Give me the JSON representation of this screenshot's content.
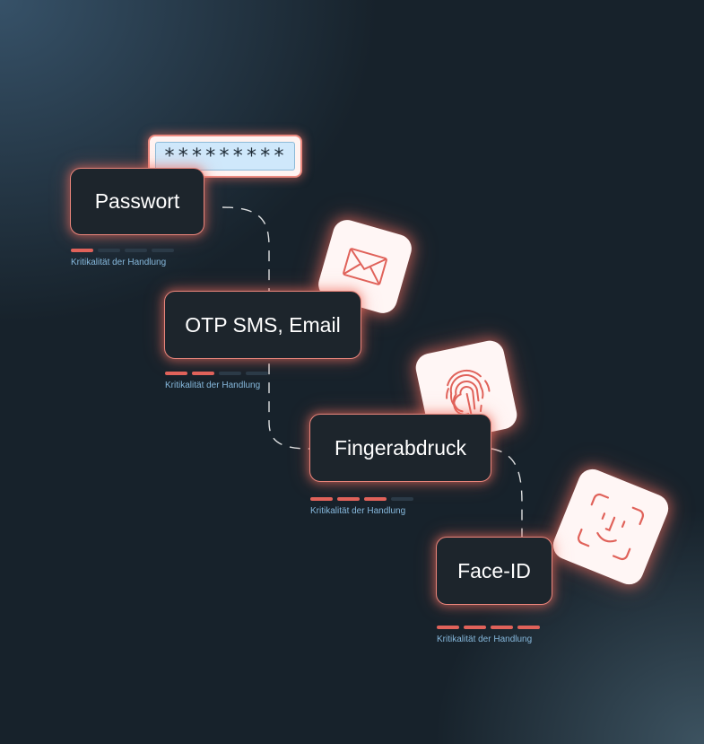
{
  "password_field": {
    "value": "*********"
  },
  "steps": [
    {
      "label": "Passwort",
      "criticality_label": "Kritikalität der Handlung",
      "criticality_level": 1,
      "criticality_max": 4
    },
    {
      "label": "OTP SMS, Email",
      "criticality_label": "Kritikalität der Handlung",
      "criticality_level": 2,
      "criticality_max": 4
    },
    {
      "label": "Fingerabdruck",
      "criticality_label": "Kritikalität der Handlung",
      "criticality_level": 3,
      "criticality_max": 4
    },
    {
      "label": "Face-ID",
      "criticality_label": "Kritikalität der Handlung",
      "criticality_level": 4,
      "criticality_max": 4
    }
  ],
  "icons": [
    "envelope-icon",
    "fingerprint-icon",
    "face-id-icon"
  ],
  "colors": {
    "accent": "#e0625a",
    "card_bg": "#1d252c",
    "label": "#86b8dc",
    "bar_off": "#2b3a47"
  }
}
